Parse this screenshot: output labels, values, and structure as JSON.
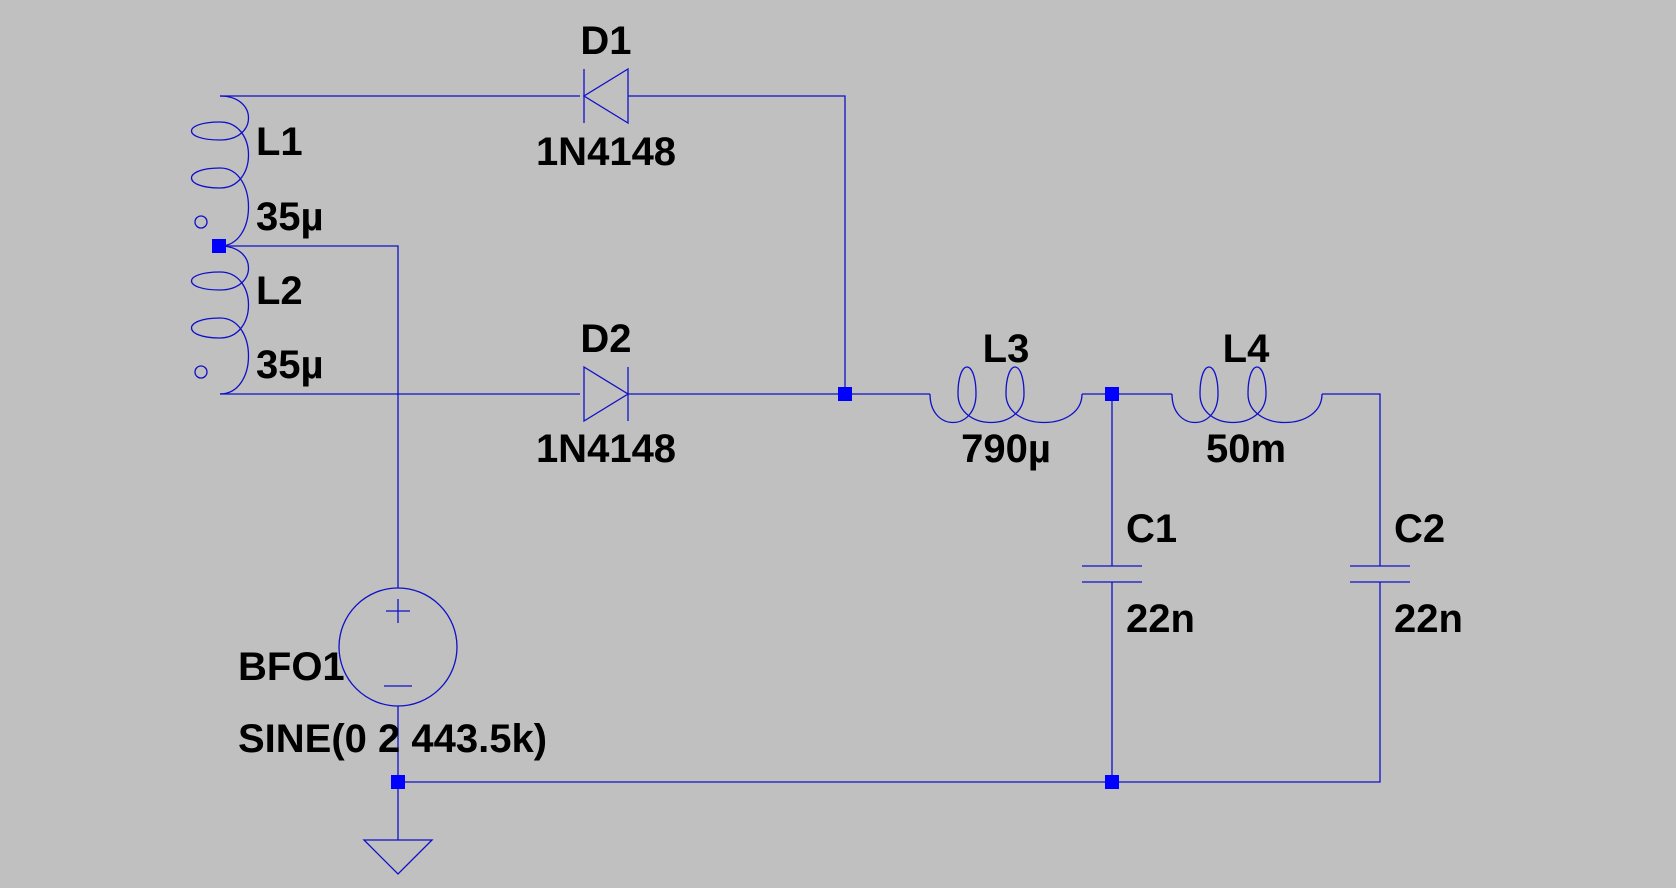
{
  "components": {
    "d1": {
      "ref": "D1",
      "value": "1N4148"
    },
    "d2": {
      "ref": "D2",
      "value": "1N4148"
    },
    "l1": {
      "ref": "L1",
      "value": "35µ"
    },
    "l2": {
      "ref": "L2",
      "value": "35µ"
    },
    "l3": {
      "ref": "L3",
      "value": "790µ"
    },
    "l4": {
      "ref": "L4",
      "value": "50m"
    },
    "c1": {
      "ref": "C1",
      "value": "22n"
    },
    "c2": {
      "ref": "C2",
      "value": "22n"
    },
    "bfo1": {
      "ref": "BFO1",
      "value": "SINE(0 2 443.5k)"
    }
  },
  "colors": {
    "background": "#c0c0c0",
    "wire": "#1010c8",
    "junction": "#0000ff",
    "text": "#000000"
  }
}
